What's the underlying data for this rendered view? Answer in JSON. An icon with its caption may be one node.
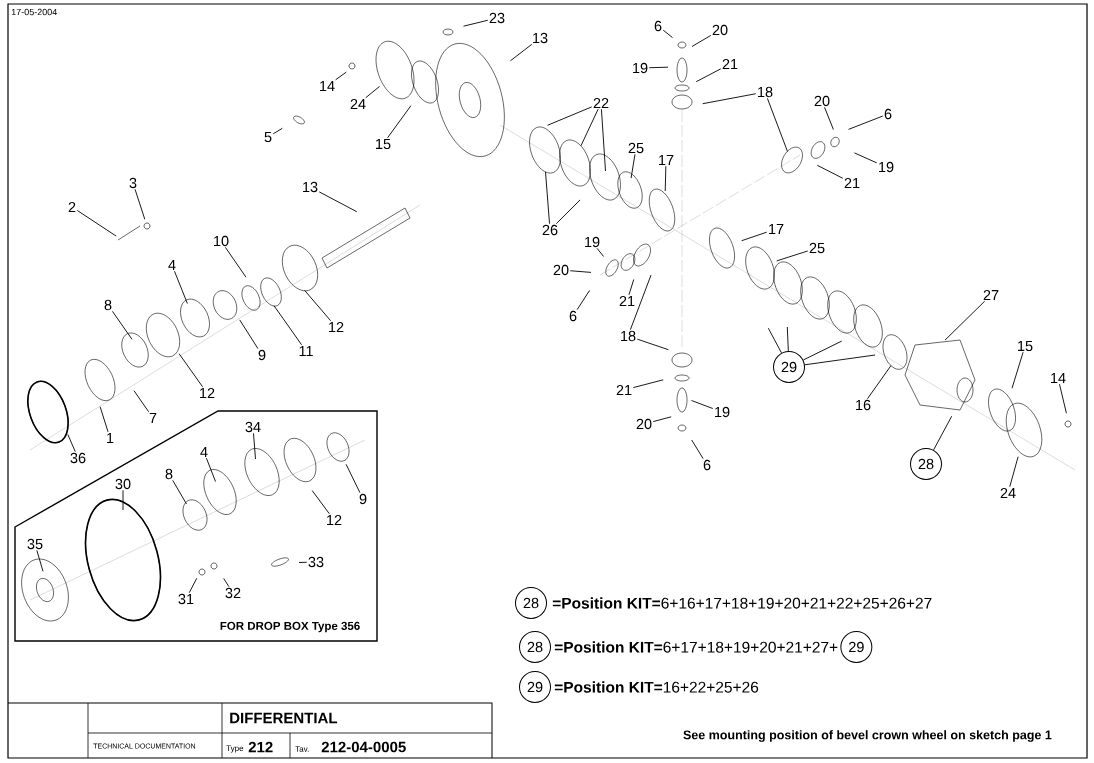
{
  "diagram": {
    "title": "DIFFERENTIAL",
    "nodes": [
      {
        "text": [
          "23"
        ]
      },
      {
        "text": [
          "13"
        ]
      },
      {
        "text": [
          "14"
        ]
      },
      {
        "text": [
          "24"
        ]
      },
      {
        "text": [
          "15"
        ]
      },
      {
        "text": [
          "5"
        ]
      },
      {
        "text": [
          "13"
        ]
      },
      {
        "text": [
          "2"
        ]
      },
      {
        "text": [
          "3"
        ]
      },
      {
        "text": [
          "10"
        ]
      },
      {
        "text": [
          "4"
        ]
      },
      {
        "text": [
          "8"
        ]
      },
      {
        "text": [
          "12"
        ]
      },
      {
        "text": [
          "11"
        ]
      },
      {
        "text": [
          "9"
        ]
      },
      {
        "text": [
          "12"
        ]
      },
      {
        "text": [
          "7"
        ]
      },
      {
        "text": [
          "1"
        ]
      },
      {
        "text": [
          "36"
        ]
      },
      {
        "text": [
          "6"
        ]
      },
      {
        "text": [
          "20"
        ]
      },
      {
        "text": [
          "19"
        ]
      },
      {
        "text": [
          "21"
        ]
      },
      {
        "text": [
          "18"
        ]
      },
      {
        "text": [
          "22"
        ]
      },
      {
        "text": [
          "26"
        ]
      },
      {
        "text": [
          "25"
        ]
      },
      {
        "text": [
          "17"
        ]
      },
      {
        "text": [
          "20"
        ]
      },
      {
        "text": [
          "6"
        ]
      },
      {
        "text": [
          "19"
        ]
      },
      {
        "text": [
          "21"
        ]
      },
      {
        "text": [
          "17"
        ]
      },
      {
        "text": [
          "25"
        ]
      },
      {
        "text": [
          "19"
        ]
      },
      {
        "text": [
          "20"
        ]
      },
      {
        "text": [
          "6"
        ]
      },
      {
        "text": [
          "21"
        ]
      },
      {
        "text": [
          "18"
        ]
      },
      {
        "text": [
          "21"
        ]
      },
      {
        "text": [
          "19"
        ]
      },
      {
        "text": [
          "20"
        ]
      },
      {
        "text": [
          "6"
        ]
      },
      {
        "text": [
          "29"
        ]
      },
      {
        "text": [
          "27"
        ]
      },
      {
        "text": [
          "16"
        ]
      },
      {
        "text": [
          "28"
        ]
      },
      {
        "text": [
          "15"
        ]
      },
      {
        "text": [
          "14"
        ]
      },
      {
        "text": [
          "24"
        ]
      },
      {
        "text": [
          "FOR DROP BOX Type 356"
        ]
      },
      {
        "text": [
          "34"
        ],
        "in": 50
      },
      {
        "text": [
          "4"
        ],
        "in": 50
      },
      {
        "text": [
          "8"
        ],
        "in": 50
      },
      {
        "text": [
          "12"
        ],
        "in": 50
      },
      {
        "text": [
          "9"
        ],
        "in": 50
      },
      {
        "text": [
          "30"
        ],
        "in": 50
      },
      {
        "text": [
          "35"
        ],
        "in": 50
      },
      {
        "text": [
          "33"
        ],
        "in": 50
      },
      {
        "text": [
          "31"
        ],
        "in": 50
      },
      {
        "text": [
          "32"
        ],
        "in": 50
      },
      {
        "text": [
          "28"
        ]
      },
      {
        "text": [
          "28"
        ]
      },
      {
        "text": [
          "29"
        ]
      },
      {
        "text": [
          "29"
        ]
      }
    ],
    "edges": [
      {
        "from": 0,
        "to": null,
        "arrow": "none"
      },
      {
        "from": 1,
        "to": null,
        "arrow": "none"
      },
      {
        "from": 2,
        "to": null,
        "arrow": "none"
      },
      {
        "from": 3,
        "to": null,
        "arrow": "none"
      },
      {
        "from": 4,
        "to": null,
        "arrow": "none"
      },
      {
        "from": 5,
        "to": null,
        "arrow": "none"
      },
      {
        "from": 6,
        "to": null,
        "arrow": "none"
      },
      {
        "from": 7,
        "to": null,
        "arrow": "none"
      },
      {
        "from": 8,
        "to": null,
        "arrow": "none"
      },
      {
        "from": 9,
        "to": null,
        "arrow": "none"
      },
      {
        "from": 10,
        "to": null,
        "arrow": "none"
      },
      {
        "from": 11,
        "to": null,
        "arrow": "none"
      },
      {
        "from": 12,
        "to": null,
        "arrow": "none"
      },
      {
        "from": 13,
        "to": null,
        "arrow": "none"
      },
      {
        "from": 14,
        "to": null,
        "arrow": "none"
      },
      {
        "from": 15,
        "to": null,
        "arrow": "none"
      },
      {
        "from": 16,
        "to": null,
        "arrow": "none"
      },
      {
        "from": 17,
        "to": null,
        "arrow": "none"
      },
      {
        "from": 18,
        "to": null,
        "arrow": "none"
      },
      {
        "from": 19,
        "to": null,
        "arrow": "none"
      },
      {
        "from": 20,
        "to": null,
        "arrow": "none"
      },
      {
        "from": 21,
        "to": null,
        "arrow": "none"
      },
      {
        "from": 22,
        "to": null,
        "arrow": "none"
      },
      {
        "from": 23,
        "to": null,
        "arrow": "none"
      },
      {
        "from": 23,
        "to": null,
        "arrow": "none"
      },
      {
        "from": 24,
        "to": null,
        "arrow": "none"
      },
      {
        "from": 24,
        "to": null,
        "arrow": "none"
      },
      {
        "from": 24,
        "to": null,
        "arrow": "none"
      },
      {
        "from": 25,
        "to": null,
        "arrow": "none"
      },
      {
        "from": 25,
        "to": null,
        "arrow": "none"
      },
      {
        "from": 26,
        "to": null,
        "arrow": "none"
      },
      {
        "from": 27,
        "to": null,
        "arrow": "none"
      },
      {
        "from": 28,
        "to": null,
        "arrow": "none"
      },
      {
        "from": 29,
        "to": null,
        "arrow": "none"
      },
      {
        "from": 30,
        "to": null,
        "arrow": "none"
      },
      {
        "from": 31,
        "to": null,
        "arrow": "none"
      },
      {
        "from": 32,
        "to": null,
        "arrow": "none"
      },
      {
        "from": 33,
        "to": null,
        "arrow": "none"
      },
      {
        "from": 34,
        "to": null,
        "arrow": "none"
      },
      {
        "from": 35,
        "to": null,
        "arrow": "none"
      },
      {
        "from": 36,
        "to": null,
        "arrow": "none"
      },
      {
        "from": 37,
        "to": null,
        "arrow": "none"
      },
      {
        "from": 38,
        "to": null,
        "arrow": "none"
      },
      {
        "from": 38,
        "to": null,
        "arrow": "none"
      },
      {
        "from": 39,
        "to": null,
        "arrow": "none"
      },
      {
        "from": 40,
        "to": null,
        "arrow": "none"
      },
      {
        "from": 41,
        "to": null,
        "arrow": "none"
      },
      {
        "from": 42,
        "to": null,
        "arrow": "none"
      },
      {
        "from": 43,
        "to": null,
        "arrow": "none"
      },
      {
        "from": 43,
        "to": null,
        "arrow": "none"
      },
      {
        "from": 43,
        "to": null,
        "arrow": "none"
      },
      {
        "from": 43,
        "to": null,
        "arrow": "none"
      },
      {
        "from": 44,
        "to": null,
        "arrow": "none"
      },
      {
        "from": 45,
        "to": null,
        "arrow": "none"
      },
      {
        "from": 46,
        "to": null,
        "arrow": "none"
      },
      {
        "from": 47,
        "to": null,
        "arrow": "none"
      },
      {
        "from": 48,
        "to": null,
        "arrow": "none"
      },
      {
        "from": 49,
        "to": null,
        "arrow": "none"
      },
      {
        "from": 51,
        "to": null,
        "arrow": "none"
      },
      {
        "from": 52,
        "to": null,
        "arrow": "none"
      },
      {
        "from": 53,
        "to": null,
        "arrow": "none"
      },
      {
        "from": 54,
        "to": null,
        "arrow": "none"
      },
      {
        "from": 55,
        "to": null,
        "arrow": "none"
      },
      {
        "from": 56,
        "to": null,
        "arrow": "none"
      },
      {
        "from": 57,
        "to": null,
        "arrow": "none"
      },
      {
        "from": 58,
        "to": null,
        "arrow": "none"
      },
      {
        "from": 59,
        "to": null,
        "arrow": "none"
      },
      {
        "from": 60,
        "to": null,
        "arrow": "none"
      }
    ],
    "labels": [
      "17-05-2004",
      "**=Position KIT=**6+16+17+18+19+20+21+22+25+26+27",
      "**=Position KIT=**6+17+18+19+20+21+27+",
      "**=Position KIT=**16+22+25+26",
      "TECHNICAL DOCUMENTATION",
      "Type",
      "212",
      "Tav.",
      "212-04-0005",
      "See mounting position of bevel crown wheel on sketch page 1"
    ]
  }
}
